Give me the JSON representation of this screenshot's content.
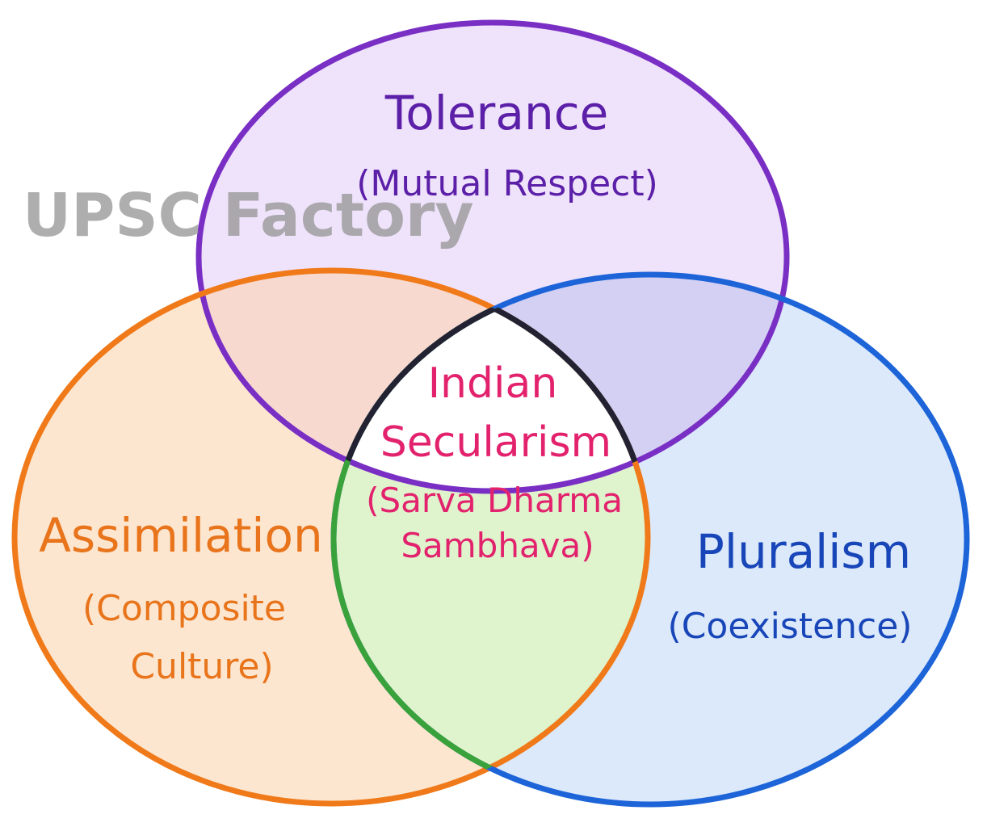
{
  "watermark": "UPSC Factory",
  "circles": {
    "top": {
      "title": "Tolerance",
      "subtitle": "(Mutual Respect)",
      "stroke": "#7a2fc4",
      "fill": "#efe2fb",
      "text_color": "#5b1fa8"
    },
    "left": {
      "title": "Assimilation",
      "subtitle_line1": "(Composite",
      "subtitle_line2": "Culture)",
      "stroke": "#f07a1a",
      "fill": "#fde6d0",
      "text_color": "#e8741b"
    },
    "right": {
      "title": "Pluralism",
      "subtitle": "(Coexistence)",
      "stroke": "#1d64d8",
      "fill": "#dbe9fb",
      "text_color": "#1846b8"
    }
  },
  "center": {
    "line1": "Indian",
    "line2": "Secularism",
    "line3": "(Sarva Dharma",
    "line4": "Sambhava)",
    "text_color": "#e3226e",
    "outline": "#222233"
  },
  "overlaps": {
    "top_left": "#f7d9cf",
    "top_right": "#d3d0f3",
    "left_right": "#dff3cc",
    "left_right_stroke": "#3aa23a"
  }
}
